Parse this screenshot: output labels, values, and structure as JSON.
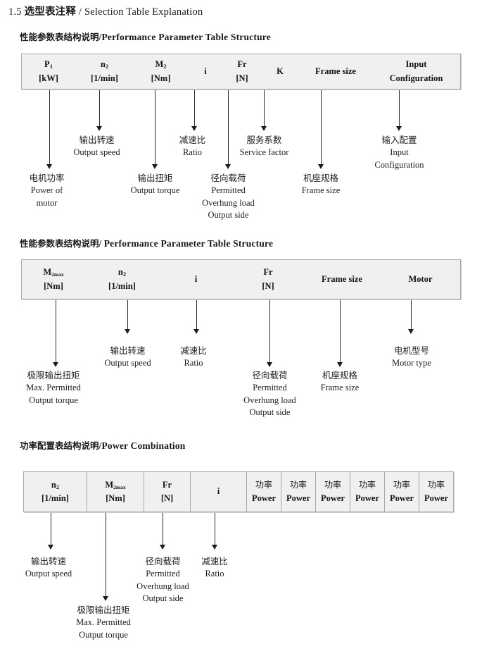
{
  "document": {
    "section_number": "1.5",
    "title_cn": "选型表注释",
    "title_sep": "/",
    "title_en": "Selection Table Explanation"
  },
  "sections": [
    {
      "heading_cn": "性能参数表结构说明",
      "heading_sep": "/",
      "heading_en": "Performance Parameter Table Structure",
      "table": {
        "gridded": false,
        "columns": [
          {
            "sym": "P",
            "sub": "1",
            "unit": "[kW]"
          },
          {
            "sym": "n",
            "sub": "2",
            "unit": "[1/min]"
          },
          {
            "sym": "M",
            "sub": "2",
            "unit": "[Nm]"
          },
          {
            "sym": "i",
            "sub": "",
            "unit": ""
          },
          {
            "sym": "Fr",
            "sub": "",
            "unit": "[N]"
          },
          {
            "sym": "K",
            "sub": "",
            "unit": ""
          },
          {
            "sym": "Frame size",
            "sub": "",
            "unit": ""
          },
          {
            "sym": "Input",
            "sub": "",
            "unit": "Configuration"
          }
        ]
      },
      "notes": [
        {
          "cn": "电机功率",
          "en": [
            "Power of",
            "motor"
          ]
        },
        {
          "cn": "输出转速",
          "en": [
            "Output speed"
          ]
        },
        {
          "cn": "输出扭矩",
          "en": [
            "Output torque"
          ]
        },
        {
          "cn": "减速比",
          "en": [
            "Ratio"
          ]
        },
        {
          "cn": "径向载荷",
          "en": [
            "Permitted",
            "Overhung load",
            "Output side"
          ]
        },
        {
          "cn": "服务系数",
          "en": [
            "Service factor"
          ]
        },
        {
          "cn": "机座规格",
          "en": [
            "Frame size"
          ]
        },
        {
          "cn": "输入配置",
          "en": [
            "Input",
            "Configuration"
          ]
        }
      ]
    },
    {
      "heading_cn": "性能参数表结构说明",
      "heading_sep": "/",
      "heading_en": "Performance Parameter Table Structure",
      "table": {
        "gridded": false,
        "columns": [
          {
            "sym": "M",
            "sub": "2max",
            "unit": "[Nm]"
          },
          {
            "sym": "n",
            "sub": "2",
            "unit": "[1/min]"
          },
          {
            "sym": "i",
            "sub": "",
            "unit": ""
          },
          {
            "sym": "Fr",
            "sub": "",
            "unit": "[N]"
          },
          {
            "sym": "Frame size",
            "sub": "",
            "unit": ""
          },
          {
            "sym": "Motor",
            "sub": "",
            "unit": ""
          }
        ]
      },
      "notes": [
        {
          "cn": "极限输出扭矩",
          "en": [
            "Max. Permitted",
            "Output  torque"
          ]
        },
        {
          "cn": "输出转速",
          "en": [
            "Output speed"
          ]
        },
        {
          "cn": "减速比",
          "en": [
            "Ratio"
          ]
        },
        {
          "cn": "径向载荷",
          "en": [
            "Permitted",
            "Overhung load",
            "Output side"
          ]
        },
        {
          "cn": "机座规格",
          "en": [
            "Frame size"
          ]
        },
        {
          "cn": "电机型号",
          "en": [
            "Motor type"
          ]
        }
      ]
    },
    {
      "heading_cn": "功率配置表结构说明",
      "heading_sep": "/",
      "heading_en": "Power Combination",
      "table": {
        "gridded": true,
        "columns": [
          {
            "sym": "n",
            "sub": "2",
            "unit": "[1/min]"
          },
          {
            "sym": "M",
            "sub": "2max",
            "unit": "[Nm]"
          },
          {
            "sym": "Fr",
            "sub": "",
            "unit": "[N]"
          },
          {
            "sym": "i",
            "sub": "",
            "unit": ""
          },
          {
            "sym": "功率",
            "sub": "",
            "unit": "Power"
          },
          {
            "sym": "功率",
            "sub": "",
            "unit": "Power"
          },
          {
            "sym": "功率",
            "sub": "",
            "unit": "Power"
          },
          {
            "sym": "功率",
            "sub": "",
            "unit": "Power"
          },
          {
            "sym": "功率",
            "sub": "",
            "unit": "Power"
          },
          {
            "sym": "功率",
            "sub": "",
            "unit": "Power"
          }
        ]
      },
      "notes": [
        {
          "cn": "输出转速",
          "en": [
            "Output speed"
          ]
        },
        {
          "cn": "极限输出扭矩",
          "en": [
            "Max. Permitted",
            "Output  torque"
          ]
        },
        {
          "cn": "径向载荷",
          "en": [
            "Permitted",
            "Overhung load",
            "Output side"
          ]
        },
        {
          "cn": "减速比",
          "en": [
            "Ratio"
          ]
        }
      ]
    }
  ],
  "colors": {
    "table_fill": "#f0f0f0",
    "table_border": "#a8a8a8",
    "arrow": "#1c1c1c",
    "text": "#1a1a1a"
  }
}
